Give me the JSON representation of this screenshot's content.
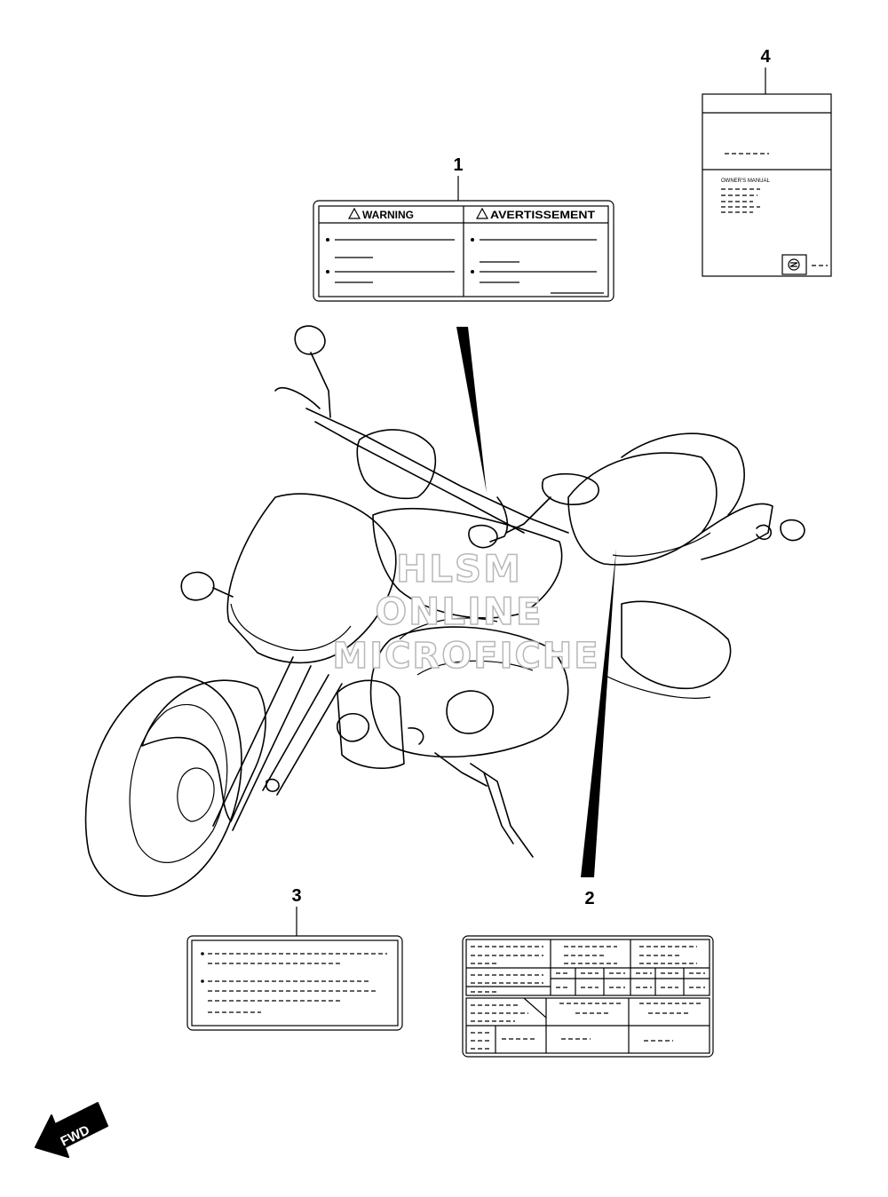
{
  "callouts": {
    "c1": "1",
    "c2": "2",
    "c3": "3",
    "c4": "4"
  },
  "label_1": {
    "left_heading": "WARNING",
    "right_heading": "AVERTISSEMENT"
  },
  "label_4": {
    "title": "OWNER'S MANUAL"
  },
  "watermark": {
    "line1": "HLSM",
    "line2": "ONLINE",
    "line3": "MICROFICHE"
  },
  "direction_arrow": {
    "text": "FWD",
    "icon": "fwd-arrow-icon"
  },
  "colors": {
    "line": "#000000",
    "watermark": "#b8b8b8",
    "background": "#ffffff"
  }
}
